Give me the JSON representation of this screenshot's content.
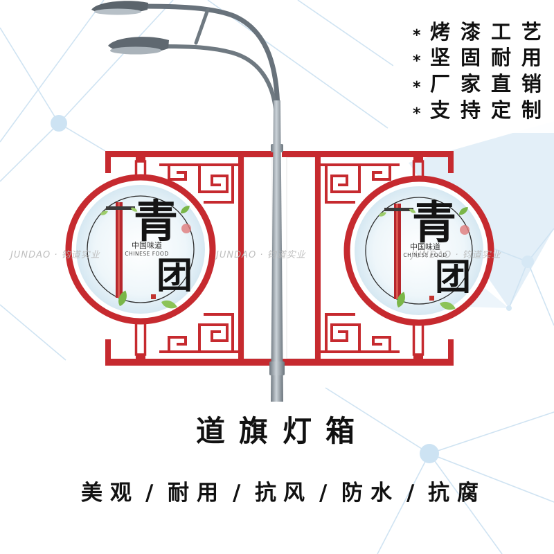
{
  "features": {
    "bullet": "*",
    "items": [
      "烤漆工艺",
      "坚固耐用",
      "厂家直销",
      "支持定制"
    ]
  },
  "watermark": "JUNDAO · 钧道实业",
  "light_box": {
    "char_top": "青",
    "char_bottom": "团",
    "label_cn": "中国味道",
    "label_en": "CHINESE FOOD"
  },
  "title": "道旗灯箱",
  "tagline": "美观/耐用/抗风/防水/抗腐",
  "colors": {
    "frame_red": "#c62a2f",
    "pole_gray": "#8a949c",
    "network_blue": "#cfe3f2",
    "leaf_green": "#7ab648"
  }
}
